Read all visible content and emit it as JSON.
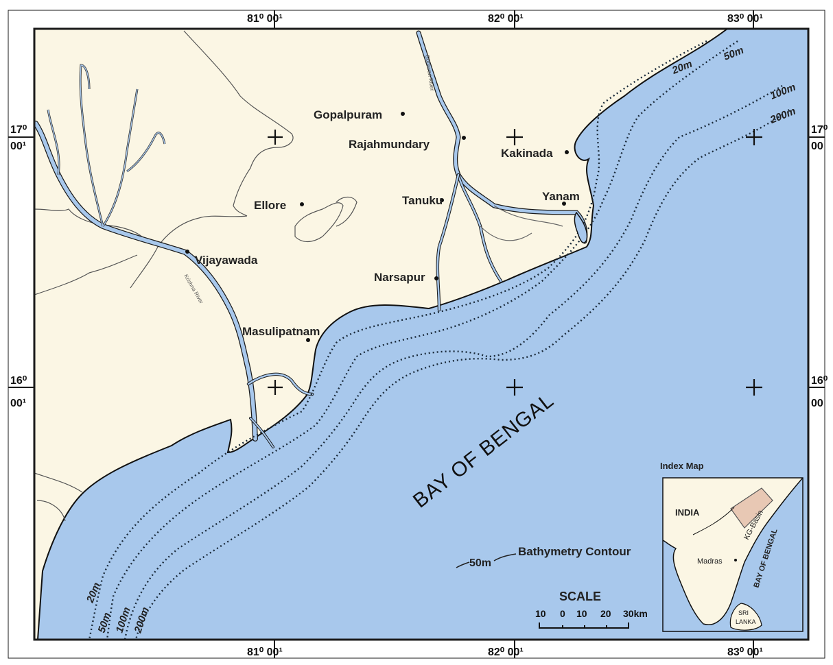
{
  "map": {
    "longitude_labels_top": [
      "81⁰ 00¹",
      "82⁰ 00¹",
      "83⁰ 00¹"
    ],
    "longitude_labels_bottom": [
      "81⁰ 00¹",
      "82⁰ 00¹",
      "83⁰ 00¹"
    ],
    "latitude_labels_left": [
      {
        "deg": "17⁰",
        "min": "00¹"
      },
      {
        "deg": "16⁰",
        "min": "00¹"
      }
    ],
    "latitude_labels_right": [
      {
        "deg": "17⁰",
        "min": "00"
      },
      {
        "deg": "16⁰",
        "min": "00"
      }
    ],
    "towns": {
      "gopalpuram": "Gopalpuram",
      "rajahmundary": "Rajahmundary",
      "kakinada": "Kakinada",
      "ellore": "Ellore",
      "tanuku": "Tanuku",
      "yanam": "Yanam",
      "vijayawada": "Vijayawada",
      "narsapur": "Narsapur",
      "masulipatnam": "Masulipatnam"
    },
    "rivers": {
      "godavari": "Godavari River",
      "krishna": "Krishna River"
    },
    "sea_name": "BAY OF BENGAL",
    "depth_labels_ne": [
      "20m",
      "50m",
      "100m",
      "200m"
    ],
    "depth_labels_sw": [
      "20m",
      "50m",
      "100m",
      "200m"
    ],
    "legend": {
      "sample_depth": "50m",
      "label": "Bathymetry Contour"
    },
    "scale": {
      "title": "SCALE",
      "ticks": [
        "10",
        "0",
        "10",
        "20",
        "30km"
      ]
    },
    "index_map": {
      "title": "Index Map",
      "country": "INDIA",
      "basin": "KG-Basin",
      "city": "Madras",
      "sea": "BAY OF BENGAL",
      "island_line1": "SRI",
      "island_line2": "LANKA"
    },
    "colors": {
      "land": "#fbf6e4",
      "water": "#a8c8ec",
      "basin": "#e8c8b4",
      "frame": "#1a1a1a"
    }
  }
}
